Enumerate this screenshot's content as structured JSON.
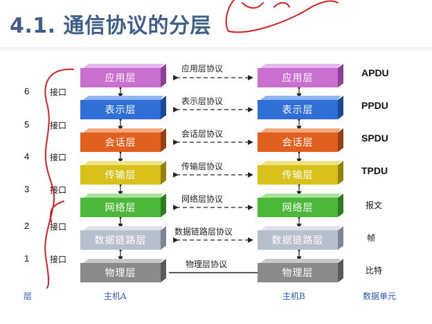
{
  "title": "4.1. 通信协议的分层",
  "layers": [
    {
      "name": "应用层",
      "protocol": "应用层协议",
      "pdu": "APDU"
    },
    {
      "name": "表示层",
      "protocol": "表示层协议",
      "pdu": "PPDU"
    },
    {
      "name": "会话层",
      "protocol": "会话层协议",
      "pdu": "SPDU"
    },
    {
      "name": "传输层",
      "protocol": "传输层协议",
      "pdu": "TPDU"
    },
    {
      "name": "网络层",
      "protocol": "网络层协议",
      "pdu": "报文"
    },
    {
      "name": "数据链路层",
      "protocol": "数据链路层协议",
      "pdu": "帧"
    },
    {
      "name": "物理层",
      "protocol": "物理层协议",
      "pdu": "比特"
    }
  ],
  "interfaces": [
    {
      "number": "6",
      "label": "接口"
    },
    {
      "number": "5",
      "label": "接口"
    },
    {
      "number": "4",
      "label": "接口"
    },
    {
      "number": "3",
      "label": "接口"
    },
    {
      "number": "2",
      "label": "接口"
    },
    {
      "number": "1",
      "label": "接口"
    }
  ],
  "footer": {
    "layer": "层",
    "host_a": "主机A",
    "host_b": "主机B",
    "data_unit": "数据单元"
  },
  "colors": {
    "title": "#3f5f8a",
    "footer": "#2a57b8",
    "annotation_ink": "#d42020"
  }
}
